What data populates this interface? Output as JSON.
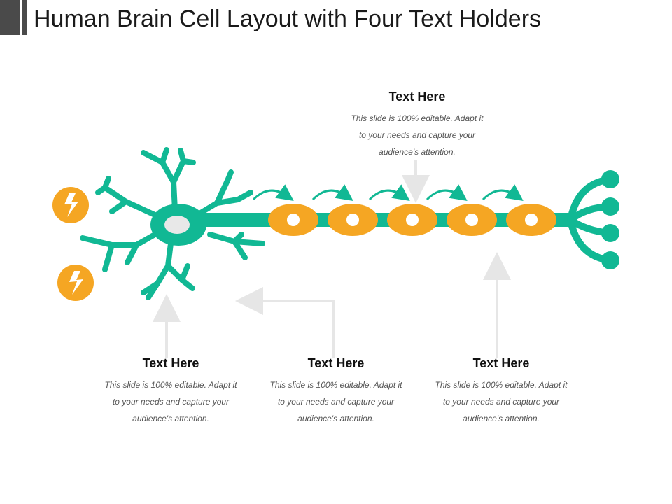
{
  "title": "Human Brain Cell Layout with Four Text Holders",
  "colors": {
    "teal": "#11b894",
    "orange": "#f5a623",
    "arrow_gray": "#e6e6e6",
    "nucleus": "#e8e8e8",
    "dark_bar": "#4a4a4a"
  },
  "icons": {
    "signal": "lightning-bolt-icon"
  },
  "blocks": [
    {
      "heading": "Text Here",
      "body": [
        "This slide is 100% editable. Adapt it",
        "to your needs and capture your",
        "audience's attention."
      ]
    },
    {
      "heading": "Text Here",
      "body": [
        "This slide is 100% editable. Adapt it",
        "to your needs and capture your",
        "audience's attention."
      ]
    },
    {
      "heading": "Text Here",
      "body": [
        "This slide is 100% editable. Adapt it",
        "to your needs and capture your",
        "audience's attention."
      ]
    },
    {
      "heading": "Text Here",
      "body": [
        "This slide is 100% editable. Adapt it",
        "to your needs and capture your",
        "audience's attention."
      ]
    }
  ]
}
